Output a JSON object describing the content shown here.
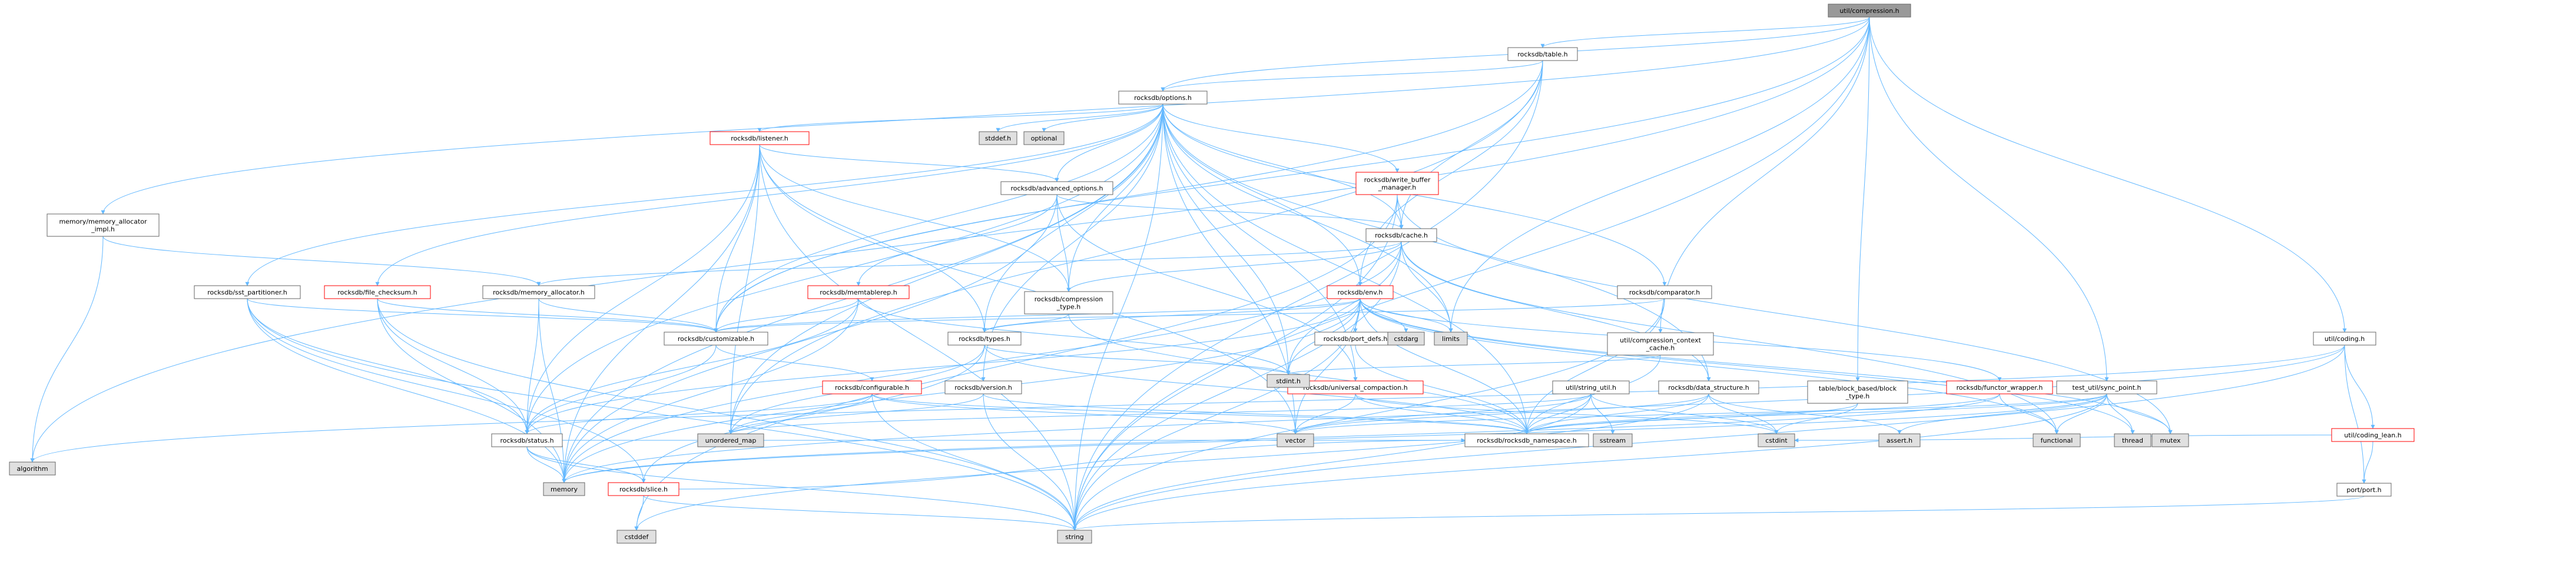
{
  "colors": {
    "edge": "#63b8ff",
    "node_border": "#666666",
    "node_fill": "#ffffff",
    "root_fill": "#999999",
    "system_fill": "#e0e0e0",
    "incomplete_border": "#ff0000",
    "text": "#000000"
  },
  "nodes": [
    {
      "id": "root",
      "label": "util/compression.h",
      "kind": "root"
    },
    {
      "id": "table",
      "label": "rocksdb/table.h",
      "kind": "normal"
    },
    {
      "id": "options",
      "label": "rocksdb/options.h",
      "kind": "normal"
    },
    {
      "id": "memalloc_impl",
      "label": "memory/memory_allocator\n_impl.h",
      "kind": "normal"
    },
    {
      "id": "listener",
      "label": "rocksdb/listener.h",
      "kind": "incomplete"
    },
    {
      "id": "stddef_h",
      "label": "stddef.h",
      "kind": "system"
    },
    {
      "id": "optional",
      "label": "optional",
      "kind": "system"
    },
    {
      "id": "advanced_options",
      "label": "rocksdb/advanced_options.h",
      "kind": "normal"
    },
    {
      "id": "wbm",
      "label": "rocksdb/write_buffer\n_manager.h",
      "kind": "incomplete"
    },
    {
      "id": "cache",
      "label": "rocksdb/cache.h",
      "kind": "normal"
    },
    {
      "id": "sst_partitioner",
      "label": "rocksdb/sst_partitioner.h",
      "kind": "normal"
    },
    {
      "id": "file_checksum",
      "label": "rocksdb/file_checksum.h",
      "kind": "incomplete"
    },
    {
      "id": "memory_allocator",
      "label": "rocksdb/memory_allocator.h",
      "kind": "normal"
    },
    {
      "id": "memtablerep",
      "label": "rocksdb/memtablerep.h",
      "kind": "incomplete"
    },
    {
      "id": "compression_type",
      "label": "rocksdb/compression\n_type.h",
      "kind": "normal"
    },
    {
      "id": "env",
      "label": "rocksdb/env.h",
      "kind": "incomplete"
    },
    {
      "id": "comparator",
      "label": "rocksdb/comparator.h",
      "kind": "normal"
    },
    {
      "id": "customizable",
      "label": "rocksdb/customizable.h",
      "kind": "normal"
    },
    {
      "id": "types",
      "label": "rocksdb/types.h",
      "kind": "normal"
    },
    {
      "id": "port_defs",
      "label": "rocksdb/port_defs.h",
      "kind": "normal"
    },
    {
      "id": "cstdarg",
      "label": "cstdarg",
      "kind": "system"
    },
    {
      "id": "limits",
      "label": "limits",
      "kind": "system"
    },
    {
      "id": "compression_ctx",
      "label": "util/compression_context\n_cache.h",
      "kind": "normal"
    },
    {
      "id": "coding",
      "label": "util/coding.h",
      "kind": "normal"
    },
    {
      "id": "configurable",
      "label": "rocksdb/configurable.h",
      "kind": "incomplete"
    },
    {
      "id": "version",
      "label": "rocksdb/version.h",
      "kind": "normal"
    },
    {
      "id": "universal_compaction",
      "label": "rocksdb/universal_compaction.h",
      "kind": "incomplete"
    },
    {
      "id": "string_util",
      "label": "util/string_util.h",
      "kind": "normal"
    },
    {
      "id": "data_structure",
      "label": "rocksdb/data_structure.h",
      "kind": "normal"
    },
    {
      "id": "bbt_type",
      "label": "table/block_based/block\n_type.h",
      "kind": "normal"
    },
    {
      "id": "functor_wrapper",
      "label": "rocksdb/functor_wrapper.h",
      "kind": "incomplete"
    },
    {
      "id": "sync_point",
      "label": "test_util/sync_point.h",
      "kind": "normal"
    },
    {
      "id": "coding_lean",
      "label": "util/coding_lean.h",
      "kind": "incomplete"
    },
    {
      "id": "algorithm",
      "label": "algorithm",
      "kind": "system"
    },
    {
      "id": "stdint",
      "label": "stdint.h",
      "kind": "system"
    },
    {
      "id": "status",
      "label": "rocksdb/status.h",
      "kind": "normal"
    },
    {
      "id": "unordered_map",
      "label": "unordered_map",
      "kind": "system"
    },
    {
      "id": "vector",
      "label": "vector",
      "kind": "system"
    },
    {
      "id": "namespace",
      "label": "rocksdb/rocksdb_namespace.h",
      "kind": "normal"
    },
    {
      "id": "sstream",
      "label": "sstream",
      "kind": "system"
    },
    {
      "id": "cstdint",
      "label": "cstdint",
      "kind": "system"
    },
    {
      "id": "assert",
      "label": "assert.h",
      "kind": "system"
    },
    {
      "id": "functional",
      "label": "functional",
      "kind": "system"
    },
    {
      "id": "thread",
      "label": "thread",
      "kind": "system"
    },
    {
      "id": "mutex",
      "label": "mutex",
      "kind": "system"
    },
    {
      "id": "port",
      "label": "port/port.h",
      "kind": "normal"
    },
    {
      "id": "memory",
      "label": "memory",
      "kind": "system"
    },
    {
      "id": "slice",
      "label": "rocksdb/slice.h",
      "kind": "incomplete"
    },
    {
      "id": "cstddef",
      "label": "cstddef",
      "kind": "system"
    },
    {
      "id": "string",
      "label": "string",
      "kind": "system"
    }
  ],
  "edges": [
    [
      "root",
      "table"
    ],
    [
      "root",
      "options"
    ],
    [
      "root",
      "memalloc_impl"
    ],
    [
      "root",
      "algorithm"
    ],
    [
      "root",
      "limits"
    ],
    [
      "root",
      "compression_ctx"
    ],
    [
      "root",
      "coding"
    ],
    [
      "root",
      "sync_point"
    ],
    [
      "root",
      "string"
    ],
    [
      "root",
      "bbt_type"
    ],
    [
      "root",
      "customizable"
    ],
    [
      "table",
      "options"
    ],
    [
      "table",
      "customizable"
    ],
    [
      "table",
      "env"
    ],
    [
      "table",
      "cache"
    ],
    [
      "table",
      "unordered_map"
    ],
    [
      "table",
      "string"
    ],
    [
      "options",
      "listener"
    ],
    [
      "options",
      "stddef_h"
    ],
    [
      "options",
      "optional"
    ],
    [
      "options",
      "advanced_options"
    ],
    [
      "options",
      "wbm"
    ],
    [
      "options",
      "cache"
    ],
    [
      "options",
      "sst_partitioner"
    ],
    [
      "options",
      "file_checksum"
    ],
    [
      "options",
      "compression_type"
    ],
    [
      "options",
      "env"
    ],
    [
      "options",
      "comparator"
    ],
    [
      "options",
      "customizable"
    ],
    [
      "options",
      "types"
    ],
    [
      "options",
      "version"
    ],
    [
      "options",
      "universal_compaction"
    ],
    [
      "options",
      "data_structure"
    ],
    [
      "options",
      "limits"
    ],
    [
      "options",
      "stdint"
    ],
    [
      "options",
      "status"
    ],
    [
      "options",
      "unordered_map"
    ],
    [
      "options",
      "vector"
    ],
    [
      "options",
      "namespace"
    ],
    [
      "options",
      "memory"
    ],
    [
      "options",
      "string"
    ],
    [
      "memalloc_impl",
      "memory_allocator"
    ],
    [
      "memalloc_impl",
      "algorithm"
    ],
    [
      "listener",
      "advanced_options"
    ],
    [
      "listener",
      "compression_type"
    ],
    [
      "listener",
      "customizable"
    ],
    [
      "listener",
      "status"
    ],
    [
      "listener",
      "types"
    ],
    [
      "listener",
      "memory"
    ],
    [
      "listener",
      "string"
    ],
    [
      "listener",
      "unordered_map"
    ],
    [
      "listener",
      "vector"
    ],
    [
      "advanced_options",
      "memtablerep"
    ],
    [
      "advanced_options",
      "compression_type"
    ],
    [
      "advanced_options",
      "cache"
    ],
    [
      "advanced_options",
      "universal_compaction"
    ],
    [
      "advanced_options",
      "memory"
    ],
    [
      "wbm",
      "cache"
    ],
    [
      "wbm",
      "string"
    ],
    [
      "wbm",
      "cstddef"
    ],
    [
      "wbm",
      "mutex"
    ],
    [
      "cache",
      "memory_allocator"
    ],
    [
      "cache",
      "compression_type"
    ],
    [
      "cache",
      "data_structure"
    ],
    [
      "cache",
      "limits"
    ],
    [
      "cache",
      "memory"
    ],
    [
      "cache",
      "string"
    ],
    [
      "cache",
      "stdint"
    ],
    [
      "cache",
      "functional"
    ],
    [
      "sst_partitioner",
      "customizable"
    ],
    [
      "sst_partitioner",
      "status"
    ],
    [
      "sst_partitioner",
      "memory"
    ],
    [
      "sst_partitioner",
      "slice"
    ],
    [
      "sst_partitioner",
      "string"
    ],
    [
      "file_checksum",
      "customizable"
    ],
    [
      "file_checksum",
      "status"
    ],
    [
      "file_checksum",
      "memory"
    ],
    [
      "file_checksum",
      "string"
    ],
    [
      "file_checksum",
      "cassert"
    ],
    [
      "memory_allocator",
      "customizable"
    ],
    [
      "memory_allocator",
      "status"
    ],
    [
      "memory_allocator",
      "memory"
    ],
    [
      "memtablerep",
      "customizable"
    ],
    [
      "memtablerep",
      "status"
    ],
    [
      "memtablerep",
      "stdint"
    ],
    [
      "memtablerep",
      "memory"
    ],
    [
      "compression_type",
      "types"
    ],
    [
      "compression_type",
      "namespace"
    ],
    [
      "env",
      "customizable"
    ],
    [
      "env",
      "functor_wrapper"
    ],
    [
      "env",
      "port_defs"
    ],
    [
      "env",
      "status"
    ],
    [
      "env",
      "types"
    ],
    [
      "env",
      "cstdarg"
    ],
    [
      "env",
      "limits"
    ],
    [
      "env",
      "stdint"
    ],
    [
      "env",
      "vector"
    ],
    [
      "env",
      "memory"
    ],
    [
      "env",
      "string"
    ],
    [
      "env",
      "functional"
    ],
    [
      "env",
      "mutex"
    ],
    [
      "env",
      "thread"
    ],
    [
      "env",
      "namespace"
    ],
    [
      "comparator",
      "customizable"
    ],
    [
      "comparator",
      "namespace"
    ],
    [
      "comparator",
      "string"
    ],
    [
      "customizable",
      "configurable"
    ],
    [
      "customizable",
      "status"
    ],
    [
      "types",
      "slice"
    ],
    [
      "types",
      "stdint"
    ],
    [
      "types",
      "unordered_map"
    ],
    [
      "types",
      "namespace"
    ],
    [
      "port_defs",
      "namespace"
    ],
    [
      "compression_ctx",
      "namespace"
    ],
    [
      "compression_ctx",
      "stdint"
    ],
    [
      "coding",
      "coding_lean"
    ],
    [
      "coding",
      "port"
    ],
    [
      "coding",
      "algorithm"
    ],
    [
      "coding",
      "string"
    ],
    [
      "coding",
      "memory"
    ],
    [
      "configurable",
      "status"
    ],
    [
      "configurable",
      "string"
    ],
    [
      "configurable",
      "unordered_map"
    ],
    [
      "configurable",
      "vector"
    ],
    [
      "configurable",
      "namespace"
    ],
    [
      "version",
      "unordered_map"
    ],
    [
      "version",
      "string"
    ],
    [
      "version",
      "namespace"
    ],
    [
      "universal_compaction",
      "cstdint"
    ],
    [
      "universal_compaction",
      "vector"
    ],
    [
      "universal_compaction",
      "namespace"
    ],
    [
      "string_util",
      "sstream"
    ],
    [
      "string_util",
      "string"
    ],
    [
      "string_util",
      "vector"
    ],
    [
      "string_util",
      "unordered_map"
    ],
    [
      "string_util",
      "cstdint"
    ],
    [
      "string_util",
      "namespace"
    ],
    [
      "data_structure",
      "assert"
    ],
    [
      "data_structure",
      "cstddef"
    ],
    [
      "data_structure",
      "cstdint"
    ],
    [
      "data_structure",
      "namespace"
    ],
    [
      "data_structure",
      "vector"
    ],
    [
      "bbt_type",
      "cstdint"
    ],
    [
      "bbt_type",
      "namespace"
    ],
    [
      "functor_wrapper",
      "functional"
    ],
    [
      "functor_wrapper",
      "memory"
    ],
    [
      "functor_wrapper",
      "namespace"
    ],
    [
      "sync_point",
      "assert"
    ],
    [
      "sync_point",
      "functional"
    ],
    [
      "sync_point",
      "mutex"
    ],
    [
      "sync_point",
      "string"
    ],
    [
      "sync_point",
      "thread"
    ],
    [
      "sync_point",
      "vector"
    ],
    [
      "sync_point",
      "memory"
    ],
    [
      "sync_point",
      "namespace"
    ],
    [
      "coding_lean",
      "cstdint"
    ],
    [
      "coding_lean",
      "port"
    ],
    [
      "port",
      "string"
    ],
    [
      "status",
      "memory"
    ],
    [
      "status",
      "slice"
    ],
    [
      "status",
      "string"
    ],
    [
      "status",
      "namespace"
    ],
    [
      "slice",
      "cstddef"
    ],
    [
      "slice",
      "string"
    ],
    [
      "slice",
      "namespace"
    ]
  ]
}
